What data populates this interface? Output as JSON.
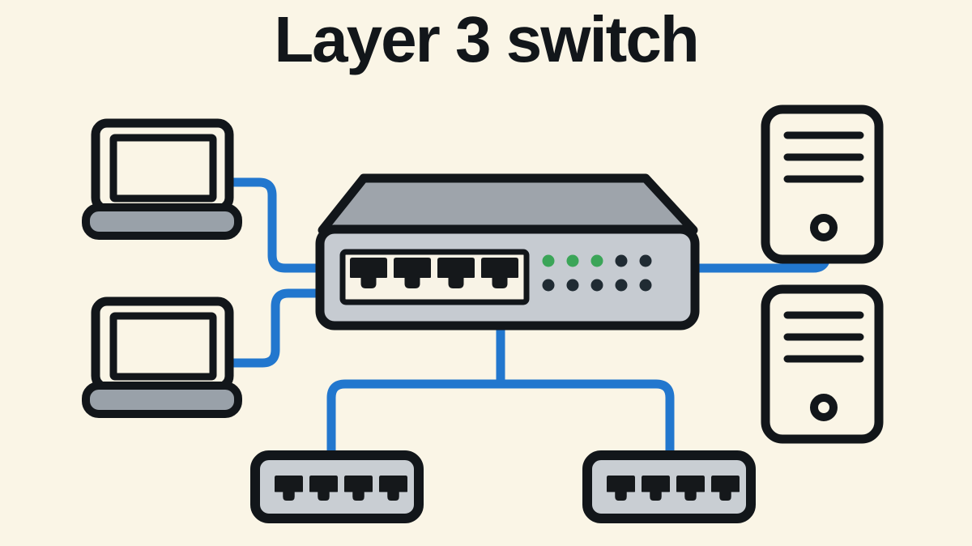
{
  "title": "Layer 3 switch",
  "colors": {
    "background": "#FAF5E6",
    "outline": "#12161A",
    "cable-blue": "#2277CE",
    "switch-top-gray": "#9EA4AB",
    "switch-face-gray": "#C6CBD1",
    "panel-cream": "#F8F3E6",
    "device-gray": "#C9CED3",
    "laptop-base-gray": "#99A1A9",
    "led-green": "#3BA558",
    "led-off": "#202B33",
    "port-black": "#15181B"
  },
  "switch": {
    "label": "Layer 3 switch",
    "port_count": 4,
    "leds": {
      "row1": [
        "green",
        "green",
        "green",
        "off",
        "off"
      ],
      "row2": [
        "off",
        "off",
        "off",
        "off",
        "off"
      ]
    }
  },
  "devices": [
    {
      "id": "laptop-top",
      "type": "laptop"
    },
    {
      "id": "laptop-bottom",
      "type": "laptop"
    },
    {
      "id": "layer3-switch",
      "type": "layer3-switch"
    },
    {
      "id": "server-top",
      "type": "server"
    },
    {
      "id": "server-bottom",
      "type": "server"
    },
    {
      "id": "access-switch-left",
      "type": "switch"
    },
    {
      "id": "access-switch-right",
      "type": "switch"
    }
  ],
  "connections": [
    {
      "from": "laptop-top",
      "to": "layer3-switch"
    },
    {
      "from": "laptop-bottom",
      "to": "layer3-switch"
    },
    {
      "from": "layer3-switch",
      "to": "server-top"
    },
    {
      "from": "layer3-switch",
      "to": "access-switch-left"
    },
    {
      "from": "layer3-switch",
      "to": "access-switch-right"
    }
  ]
}
